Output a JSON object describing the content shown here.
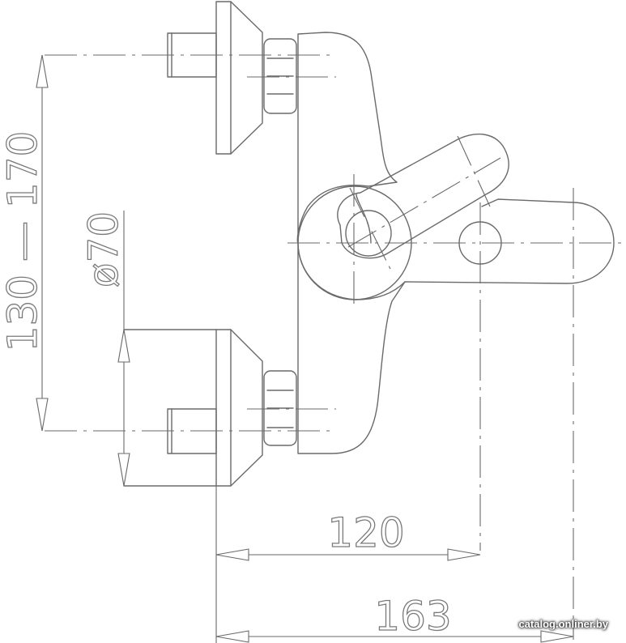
{
  "dimensions": {
    "vertical_range": "130 — 170",
    "diameter": "ø70",
    "width_small": "120",
    "width_large": "163"
  },
  "watermark": "catalog.onliner.by",
  "colors": {
    "line": "#6a6a6a",
    "background": "#ffffff"
  }
}
